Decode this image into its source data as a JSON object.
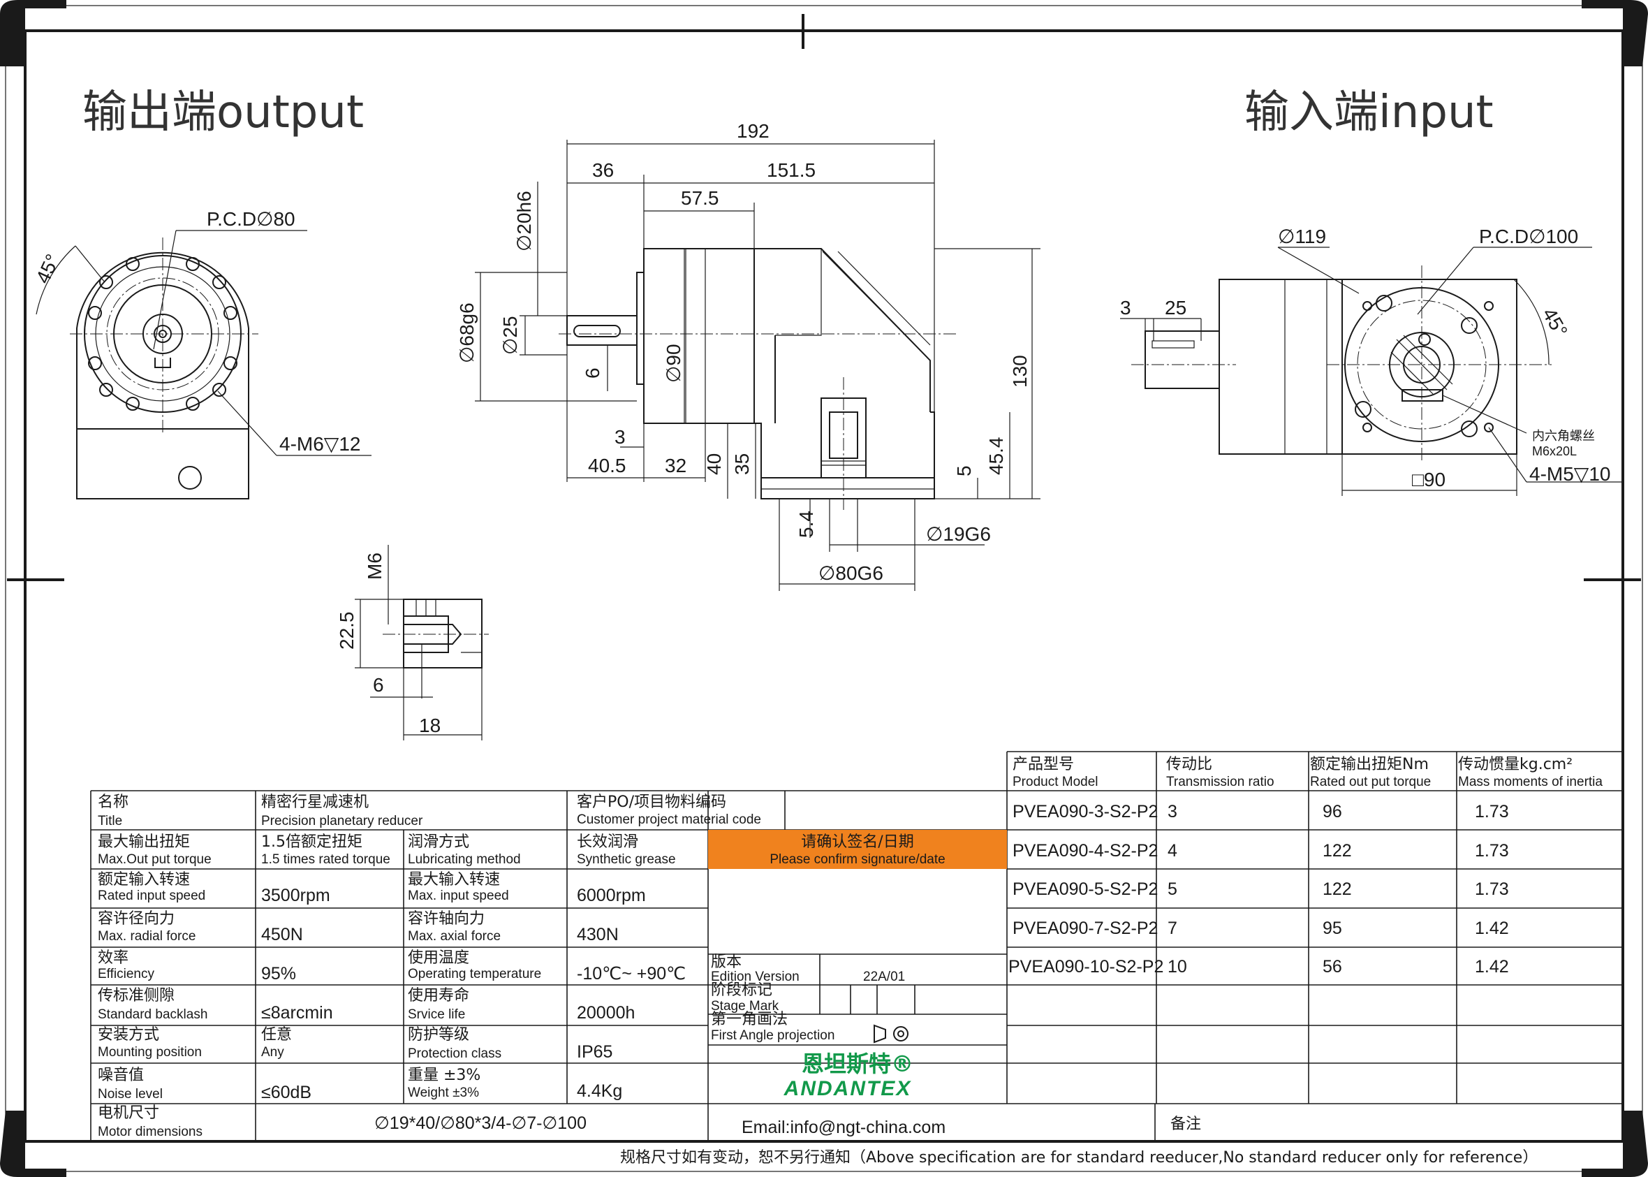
{
  "headings": {
    "output": "输出端output",
    "input": "输入端input"
  },
  "dimensions": {
    "front": {
      "pcd": "P.C.D∅80",
      "angle": "45°",
      "holes": "4-M6▽12"
    },
    "side": {
      "d192": "192",
      "d36": "36",
      "d151_5": "151.5",
      "d57_5": "57.5",
      "d20h6": "∅20h6",
      "d68g6": "∅68g6",
      "d25": "∅25",
      "d6": "6",
      "d90": "∅90",
      "d130": "130",
      "d3": "3",
      "d40_5": "40.5",
      "d32": "32",
      "d40": "40",
      "d35": "35",
      "d5": "5",
      "d45_4": "45.4",
      "d5_4": "5.4",
      "d19g6": "∅19G6",
      "d80g6": "∅80G6"
    },
    "detail": {
      "m6": "M6",
      "d22_5": "22.5",
      "d6": "6",
      "d18": "18"
    },
    "input_view": {
      "d119": "∅119",
      "pcd": "P.C.D∅100",
      "d3": "3",
      "d25": "25",
      "angle": "45°",
      "screw_cn": "内六角螺丝",
      "screw_spec": "M6x20L",
      "holes": "4-M5▽10",
      "square": "□90"
    }
  },
  "model_table": {
    "headers": [
      {
        "cn": "产品型号",
        "en": "Product Model"
      },
      {
        "cn": "传动比",
        "en": "Transmission ratio"
      },
      {
        "cn": "额定输出扭矩Nm",
        "en": "Rated out put torque"
      },
      {
        "cn": "传动惯量kg.cm²",
        "en": "Mass moments of inertia"
      }
    ],
    "rows": [
      [
        "PVEA090-3-S2-P2",
        "3",
        "96",
        "1.73"
      ],
      [
        "PVEA090-4-S2-P2",
        "4",
        "122",
        "1.73"
      ],
      [
        "PVEA090-5-S2-P2",
        "5",
        "122",
        "1.73"
      ],
      [
        "PVEA090-7-S2-P2",
        "7",
        "95",
        "1.42"
      ],
      [
        "PVEA090-10-S2-P2",
        "10",
        "56",
        "1.42"
      ]
    ]
  },
  "spec_table": {
    "title_cn": "名称",
    "title_en": "Title",
    "title_val_cn": "精密行星减速机",
    "title_val_en": "Precision planetary reducer",
    "cust_cn": "客户PO/项目物料编码",
    "cust_en": "Customer project material code",
    "rows": [
      {
        "l_cn": "最大输出扭矩",
        "l_en": "Max.Out put torque",
        "v1_cn": "1.5倍额定扭矩",
        "v1_en": "1.5 times rated torque",
        "r_cn": "润滑方式",
        "r_en": "Lubricating method",
        "v2_cn": "长效润滑",
        "v2_en": "Synthetic grease"
      },
      {
        "l_cn": "额定输入转速",
        "l_en": "Rated input speed",
        "v1": "3500rpm",
        "r_cn": "最大输入转速",
        "r_en": "Max. input speed",
        "v2": "6000rpm"
      },
      {
        "l_cn": "容许径向力",
        "l_en": "Max. radial force",
        "v1": "450N",
        "r_cn": "容许轴向力",
        "r_en": "Max. axial force",
        "v2": "430N"
      },
      {
        "l_cn": "效率",
        "l_en": "Efficiency",
        "v1": "95%",
        "r_cn": "使用温度",
        "r_en": "Operating temperature",
        "v2": "-10℃~ +90℃"
      },
      {
        "l_cn": "传标准侧隙",
        "l_en": "Standard backlash",
        "v1": "≤8arcmin",
        "r_cn": "使用寿命",
        "r_en": "Srvice life",
        "v2": "20000h"
      },
      {
        "l_cn": "安装方式",
        "l_en": "Mounting position",
        "v1_cn": "任意",
        "v1_en": "Any",
        "r_cn": "防护等级",
        "r_en": "Protection class",
        "v2": "IP65"
      },
      {
        "l_cn": "噪音值",
        "l_en": "Noise level",
        "v1": "≤60dB",
        "r_cn": "重量 ±3%",
        "r_en": "Weight ±3%",
        "v2": "4.4Kg"
      }
    ],
    "motor_cn": "电机尺寸",
    "motor_en": "Motor dimensions",
    "motor_val": "∅19*40/∅80*3/4-∅7-∅100"
  },
  "signature": {
    "cn": "请确认签名/日期",
    "en": "Please confirm signature/date",
    "color": "#f0821e"
  },
  "edition": {
    "ver_cn": "版本",
    "ver_en": "Edition Version",
    "ver_val": "22A/01",
    "stage_cn": "阶段标记",
    "stage_en": "Stage Mark",
    "proj_cn": "第一角画法",
    "proj_en": "First Angle projection"
  },
  "brand": {
    "cn": "恩坦斯特®",
    "en": "ANDANTEX",
    "color": "#12994a"
  },
  "email": "Email:info@ngt-china.com",
  "remarks_label": "备注",
  "footer": "规格尺寸如有变动，恕不另行通知（Above specification are for standard reeducer,No standard reducer only for reference）"
}
